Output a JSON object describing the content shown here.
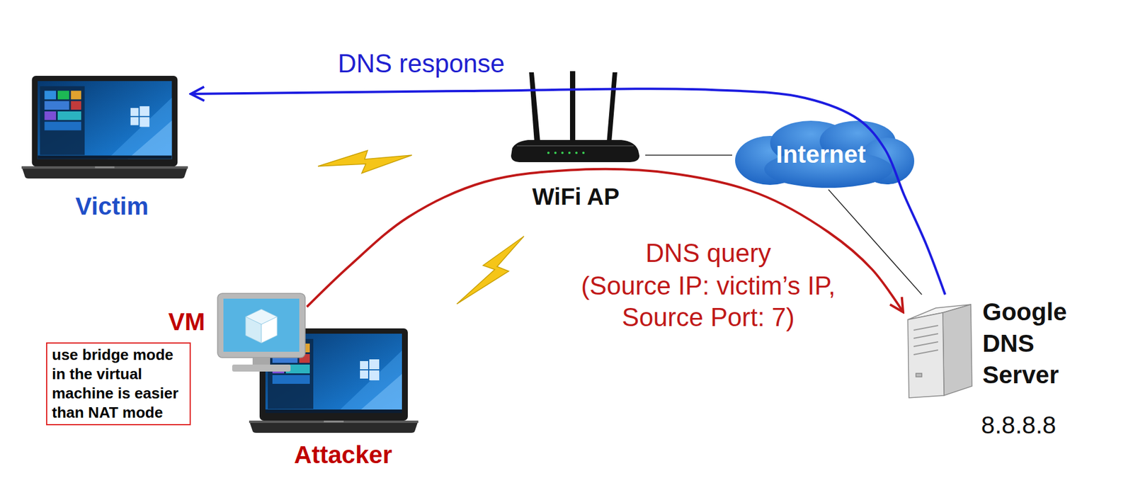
{
  "diagram": {
    "nodes": [
      {
        "text": [
          "Victim"
        ]
      },
      {
        "text": [
          "WiFi AP"
        ]
      },
      {
        "text": [
          "Internet"
        ]
      },
      {
        "text": [
          "VM"
        ]
      },
      {
        "text": [
          "Google DNS Server",
          "8.8.8.8"
        ]
      },
      {
        "text": [
          "use bridge mode in the virtual machine is easier than NAT mode"
        ]
      },
      {
        "text": [
          "Attacker"
        ]
      }
    ],
    "edges": [
      {
        "from": 4,
        "to": 0,
        "arrow": "to",
        "label": "DNS response"
      },
      {
        "from": 3,
        "to": 4,
        "arrow": "to",
        "label": "DNS query"
      },
      {
        "from": 1,
        "to": 2,
        "arrow": "none"
      },
      {
        "from": 2,
        "to": 4,
        "arrow": "none"
      }
    ],
    "labels": [
      "(Source IP: victim’s IP, Source Port: 7)"
    ]
  }
}
